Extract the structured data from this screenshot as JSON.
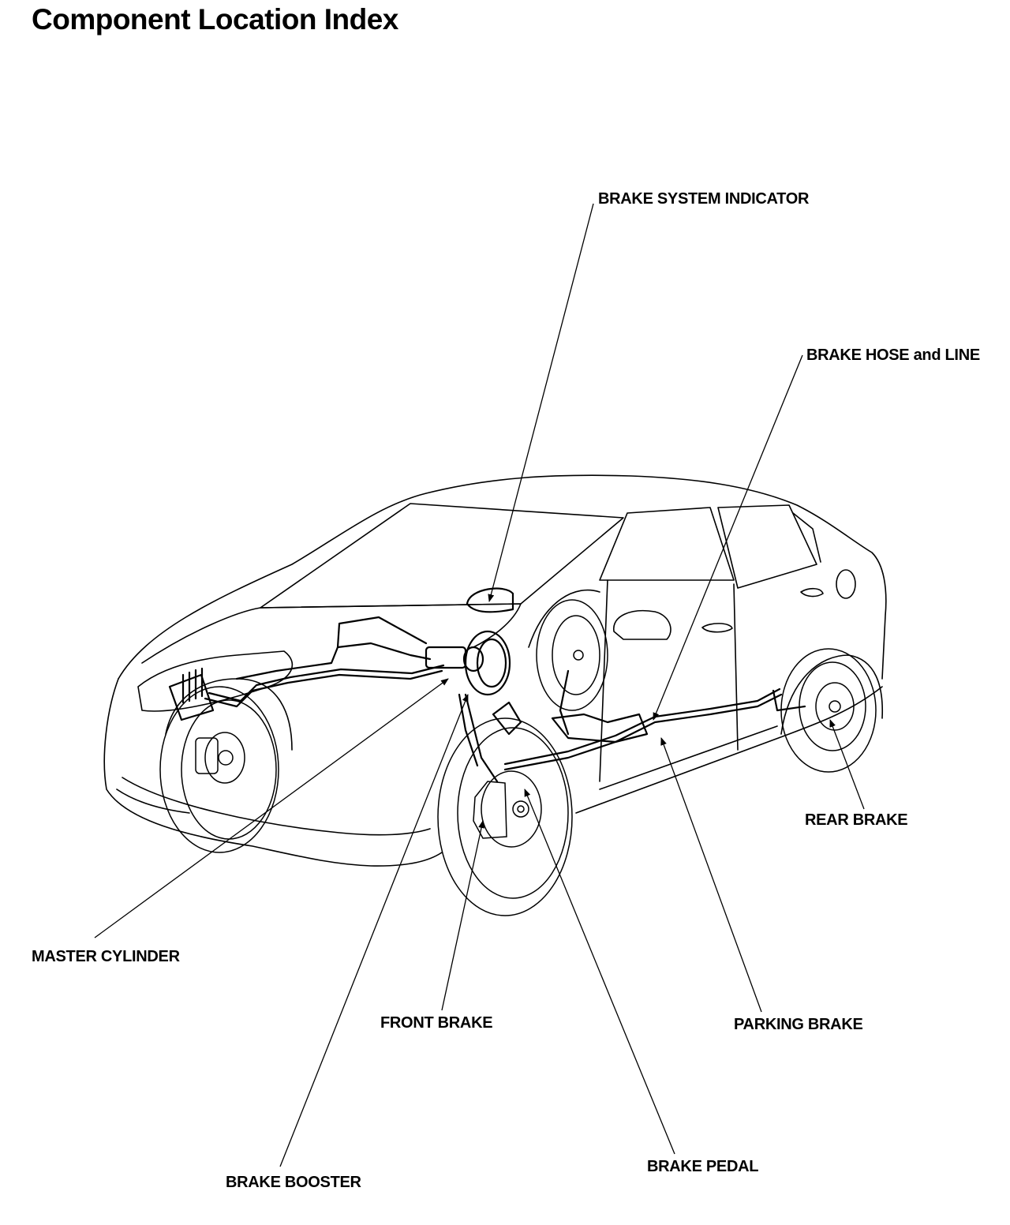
{
  "page": {
    "title": "Component Location Index"
  },
  "callouts": {
    "brake_system_indicator": "BRAKE SYSTEM INDICATOR",
    "brake_hose_and_line": "BRAKE HOSE and LINE",
    "rear_brake": "REAR BRAKE",
    "master_cylinder": "MASTER CYLINDER",
    "front_brake": "FRONT BRAKE",
    "parking_brake": "PARKING BRAKE",
    "brake_booster": "BRAKE BOOSTER",
    "brake_pedal": "BRAKE PEDAL"
  },
  "colors": {
    "ink": "#000000",
    "paper": "#ffffff"
  }
}
